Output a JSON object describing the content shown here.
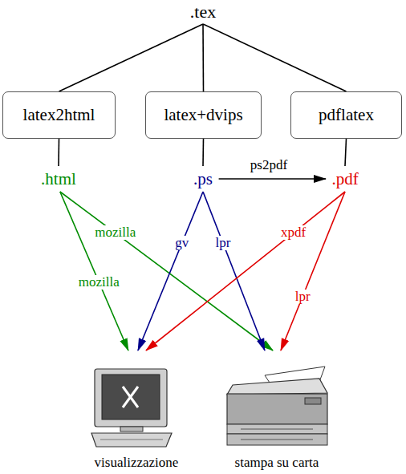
{
  "diagram": {
    "nodes": [
      {
        "text": [
          ".tex"
        ]
      },
      {
        "text": [
          "latex2html"
        ]
      },
      {
        "text": [
          "latex+dvips"
        ]
      },
      {
        "text": [
          "pdflatex"
        ]
      },
      {
        "text": [
          ".html"
        ]
      },
      {
        "text": [
          ".ps"
        ]
      },
      {
        "text": [
          ".pdf"
        ]
      },
      {
        "text": [
          "visualizzazione"
        ]
      },
      {
        "text": [
          "stampa su carta"
        ]
      }
    ],
    "edges": [
      {
        "from": 0,
        "to": 1,
        "arrow": "none"
      },
      {
        "from": 0,
        "to": 2,
        "arrow": "none"
      },
      {
        "from": 0,
        "to": 3,
        "arrow": "none"
      },
      {
        "from": 1,
        "to": 4,
        "arrow": "none"
      },
      {
        "from": 2,
        "to": 5,
        "arrow": "none"
      },
      {
        "from": 3,
        "to": 6,
        "arrow": "none"
      },
      {
        "from": 5,
        "to": 6,
        "label": "ps2pdf",
        "arrow": "to"
      },
      {
        "from": 4,
        "to": 8,
        "label": "mozilla",
        "arrow": "to"
      },
      {
        "from": 4,
        "to": 7,
        "label": "mozilla",
        "arrow": "to"
      },
      {
        "from": 5,
        "to": 7,
        "label": "gv",
        "arrow": "to"
      },
      {
        "from": 5,
        "to": 8,
        "label": "lpr",
        "arrow": "to"
      },
      {
        "from": 6,
        "to": 7,
        "label": "xpdf",
        "arrow": "to"
      },
      {
        "from": 6,
        "to": 8,
        "label": "lpr",
        "arrow": "to"
      }
    ]
  }
}
